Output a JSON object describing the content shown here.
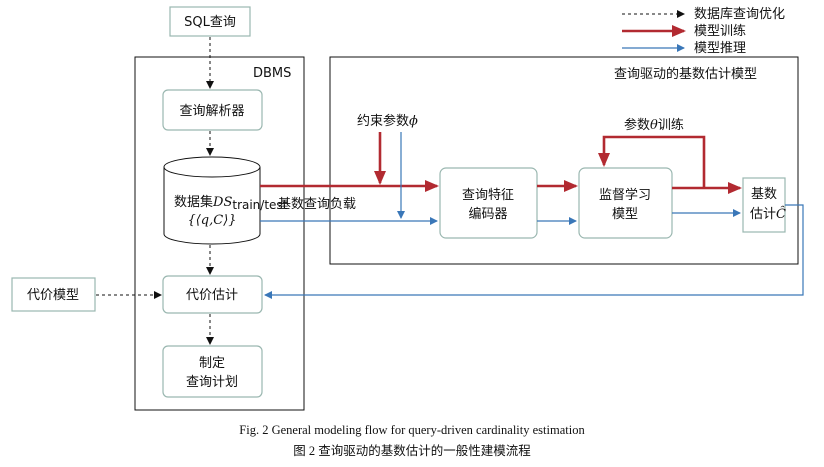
{
  "legend": {
    "dbms_optimization": "数据库查询优化",
    "model_training": "模型训练",
    "model_inference": "模型推理"
  },
  "nodes": {
    "sql_query": "SQL查询",
    "dbms": "DBMS",
    "query_parser": "查询解析器",
    "dataset": "数据集",
    "dataset_ds": "DS",
    "dataset_sub": "train/test",
    "dataset_pairs": "{⟨q,C⟩}",
    "cost_model": "代价模型",
    "cost_estimation": "代价估计",
    "plan_line1": "制定",
    "plan_line2": "查询计划",
    "ml_model_title": "查询驱动的基数估计模型",
    "constraint_params": "约束参数",
    "constraint_symbol": "ϕ",
    "cardinality_workload": "基数查询负载",
    "encoder_line1": "查询特征",
    "encoder_line2": "编码器",
    "training_params_prefix": "参数",
    "training_params_symbol": "θ",
    "training_params_suffix": "训练",
    "supervised_line1": "监督学习",
    "supervised_line2": "模型",
    "estimate_line1": "基数",
    "estimate_line2": "估计",
    "estimate_symbol": "Ĉ"
  },
  "caption": {
    "english": "Fig. 2    General modeling flow for query-driven cardinality estimation",
    "chinese": "图 2    查询驱动的基数估计的一般性建模流程"
  },
  "colors": {
    "training": "#b22a31",
    "inference": "#3a77b8",
    "node_border": "#9ab7b0"
  }
}
